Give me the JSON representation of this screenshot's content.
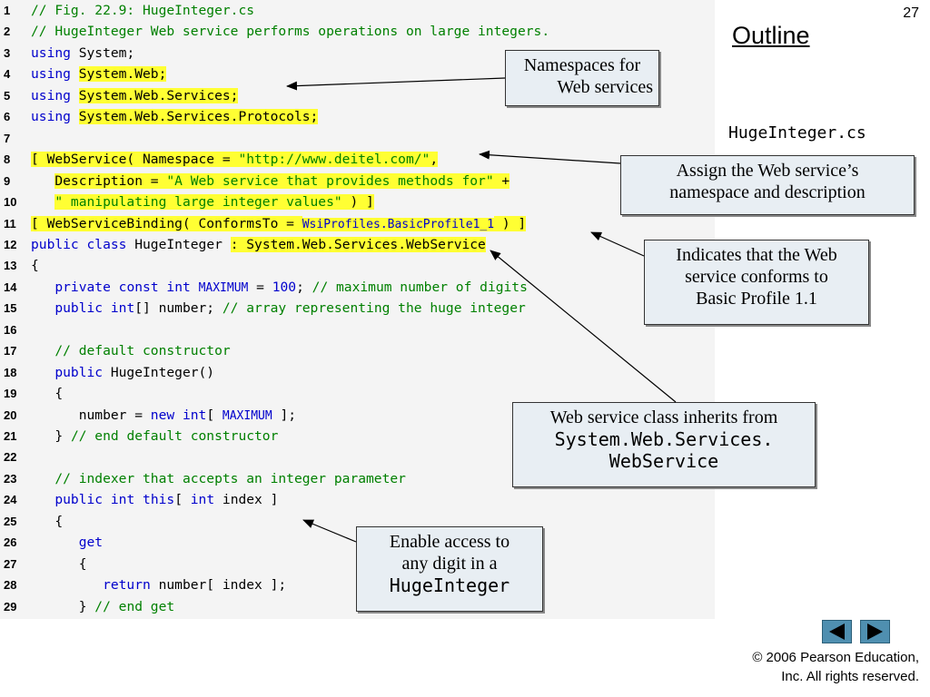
{
  "slide": {
    "page_number": "27",
    "outline_label": "Outline",
    "file_name": "HugeInteger.cs",
    "copyright_line1": "© 2006 Pearson Education,",
    "copyright_line2": "Inc.  All rights reserved."
  },
  "code_lines": [
    {
      "n": "1",
      "tokens": [
        {
          "t": "// Fig. 22.9: HugeInteger.cs",
          "c": "cm"
        }
      ]
    },
    {
      "n": "2",
      "tokens": [
        {
          "t": "// HugeInteger Web service performs operations on large integers.",
          "c": "cm"
        }
      ]
    },
    {
      "n": "3",
      "tokens": [
        {
          "t": "using",
          "c": "kw"
        },
        {
          "t": " System;",
          "c": "id"
        }
      ]
    },
    {
      "n": "4",
      "tokens": [
        {
          "t": "using",
          "c": "kw"
        },
        {
          "t": " ",
          "c": "id"
        },
        {
          "t": "System.Web;",
          "c": "id",
          "h": true
        }
      ]
    },
    {
      "n": "5",
      "tokens": [
        {
          "t": "using",
          "c": "kw"
        },
        {
          "t": " ",
          "c": "id"
        },
        {
          "t": "System.Web.Services;",
          "c": "id",
          "h": true
        }
      ]
    },
    {
      "n": "6",
      "tokens": [
        {
          "t": "using",
          "c": "kw"
        },
        {
          "t": " ",
          "c": "id"
        },
        {
          "t": "System.Web.Services.Protocols;",
          "c": "id",
          "h": true
        }
      ]
    },
    {
      "n": "7",
      "tokens": []
    },
    {
      "n": "8",
      "tokens": [
        {
          "t": "[ WebService( Namespace = ",
          "c": "id",
          "h": true
        },
        {
          "t": "\"http://www.deitel.com/\"",
          "c": "str",
          "h": true
        },
        {
          "t": ",",
          "c": "id",
          "h": true
        }
      ]
    },
    {
      "n": "9",
      "tokens": [
        {
          "t": "   ",
          "c": "id"
        },
        {
          "t": "Description = ",
          "c": "id",
          "h": true
        },
        {
          "t": "\"A Web service that provides methods for\"",
          "c": "str",
          "h": true
        },
        {
          "t": " +",
          "c": "id",
          "h": true
        }
      ]
    },
    {
      "n": "10",
      "tokens": [
        {
          "t": "   ",
          "c": "id"
        },
        {
          "t": "\" manipulating large integer values\"",
          "c": "str",
          "h": true
        },
        {
          "t": " ) ]",
          "c": "id",
          "h": true
        }
      ]
    },
    {
      "n": "11",
      "tokens": [
        {
          "t": "[ WebServiceBinding( ConformsTo = ",
          "c": "id",
          "h": true
        },
        {
          "t": "WsiProfiles.BasicProfile1_1",
          "c": "const",
          "h": true
        },
        {
          "t": " ) ]",
          "c": "id",
          "h": true
        }
      ]
    },
    {
      "n": "12",
      "tokens": [
        {
          "t": "public",
          "c": "kw"
        },
        {
          "t": " ",
          "c": "id"
        },
        {
          "t": "class",
          "c": "kw"
        },
        {
          "t": " HugeInteger ",
          "c": "id"
        },
        {
          "t": ": System.Web.Services.WebService",
          "c": "id",
          "h": true
        }
      ]
    },
    {
      "n": "13",
      "tokens": [
        {
          "t": "{",
          "c": "id"
        }
      ]
    },
    {
      "n": "14",
      "tokens": [
        {
          "t": "   ",
          "c": "id"
        },
        {
          "t": "private",
          "c": "kw"
        },
        {
          "t": " ",
          "c": "id"
        },
        {
          "t": "const",
          "c": "kw"
        },
        {
          "t": " ",
          "c": "id"
        },
        {
          "t": "int",
          "c": "kw"
        },
        {
          "t": " ",
          "c": "id"
        },
        {
          "t": "MAXIMUM",
          "c": "const"
        },
        {
          "t": " = ",
          "c": "id"
        },
        {
          "t": "100",
          "c": "num"
        },
        {
          "t": "; ",
          "c": "id"
        },
        {
          "t": "// maximum number of digits",
          "c": "cm"
        }
      ]
    },
    {
      "n": "15",
      "tokens": [
        {
          "t": "   ",
          "c": "id"
        },
        {
          "t": "public",
          "c": "kw"
        },
        {
          "t": " ",
          "c": "id"
        },
        {
          "t": "int",
          "c": "kw"
        },
        {
          "t": "[] number; ",
          "c": "id"
        },
        {
          "t": "// array representing the huge integer",
          "c": "cm"
        }
      ]
    },
    {
      "n": "16",
      "tokens": []
    },
    {
      "n": "17",
      "tokens": [
        {
          "t": "   ",
          "c": "id"
        },
        {
          "t": "// default constructor",
          "c": "cm"
        }
      ]
    },
    {
      "n": "18",
      "tokens": [
        {
          "t": "   ",
          "c": "id"
        },
        {
          "t": "public",
          "c": "kw"
        },
        {
          "t": " HugeInteger()",
          "c": "id"
        }
      ]
    },
    {
      "n": "19",
      "tokens": [
        {
          "t": "   {",
          "c": "id"
        }
      ]
    },
    {
      "n": "20",
      "tokens": [
        {
          "t": "      number = ",
          "c": "id"
        },
        {
          "t": "new",
          "c": "kw"
        },
        {
          "t": " ",
          "c": "id"
        },
        {
          "t": "int",
          "c": "kw"
        },
        {
          "t": "[ ",
          "c": "id"
        },
        {
          "t": "MAXIMUM",
          "c": "const"
        },
        {
          "t": " ];",
          "c": "id"
        }
      ]
    },
    {
      "n": "21",
      "tokens": [
        {
          "t": "   } ",
          "c": "id"
        },
        {
          "t": "// end default constructor",
          "c": "cm"
        }
      ]
    },
    {
      "n": "22",
      "tokens": []
    },
    {
      "n": "23",
      "tokens": [
        {
          "t": "   ",
          "c": "id"
        },
        {
          "t": "// indexer that accepts an integer parameter",
          "c": "cm"
        }
      ]
    },
    {
      "n": "24",
      "tokens": [
        {
          "t": "   ",
          "c": "id"
        },
        {
          "t": "public",
          "c": "kw"
        },
        {
          "t": " ",
          "c": "id"
        },
        {
          "t": "int",
          "c": "kw"
        },
        {
          "t": " ",
          "c": "id"
        },
        {
          "t": "this",
          "c": "kw"
        },
        {
          "t": "[ ",
          "c": "id"
        },
        {
          "t": "int",
          "c": "kw"
        },
        {
          "t": " index ]",
          "c": "id"
        }
      ]
    },
    {
      "n": "25",
      "tokens": [
        {
          "t": "   {",
          "c": "id"
        }
      ]
    },
    {
      "n": "26",
      "tokens": [
        {
          "t": "      ",
          "c": "id"
        },
        {
          "t": "get",
          "c": "kw"
        }
      ]
    },
    {
      "n": "27",
      "tokens": [
        {
          "t": "      {",
          "c": "id"
        }
      ]
    },
    {
      "n": "28",
      "tokens": [
        {
          "t": "         ",
          "c": "id"
        },
        {
          "t": "return",
          "c": "kw"
        },
        {
          "t": " number[ index ];",
          "c": "id"
        }
      ]
    },
    {
      "n": "29",
      "tokens": [
        {
          "t": "      } ",
          "c": "id"
        },
        {
          "t": "// end get",
          "c": "cm"
        }
      ]
    }
  ],
  "callouts": {
    "namespaces": {
      "line1": "Namespaces for",
      "line2": "Web services"
    },
    "assign": {
      "line1": "Assign the Web service’s",
      "line2": "namespace and description"
    },
    "indicates": {
      "line1": "Indicates that the Web",
      "line2": "service conforms to",
      "line3": "Basic Profile 1.1"
    },
    "inherits": {
      "line1": "Web service class inherits from",
      "line2": "System.Web.Services.",
      "line3": "WebService"
    },
    "enable": {
      "line1": "Enable access to",
      "line2": "any digit in a",
      "line3": "HugeInteger"
    }
  },
  "nav": {
    "prev_icon": "triangle-left-icon",
    "next_icon": "triangle-right-icon",
    "color": "#4f8fb0"
  }
}
